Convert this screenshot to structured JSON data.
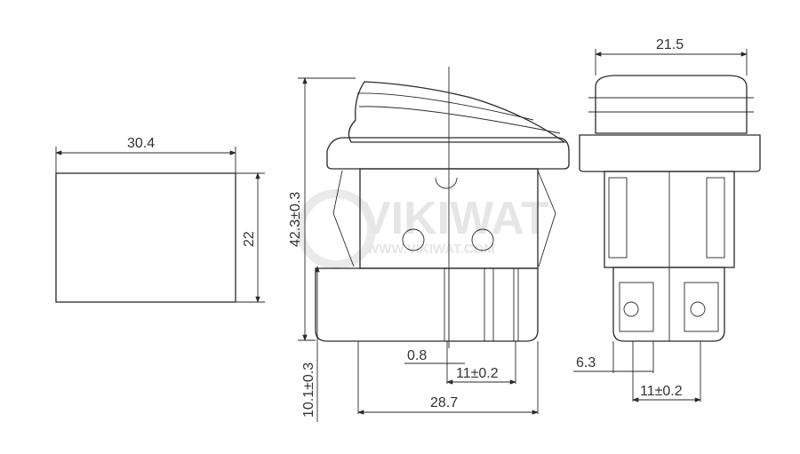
{
  "watermark": {
    "brand": "VIKIWAT",
    "url": "WWW.VIKIWAT.COM"
  },
  "front_view": {
    "width": "30.4",
    "height": "22"
  },
  "side_view": {
    "total_height": "42.3±0.3",
    "pin_length": "10.1±0.3",
    "pin_thickness": "0.8",
    "pin_pitch": "11±0.2",
    "width": "28.7"
  },
  "rear_view": {
    "width": "21.5",
    "terminal_width": "6.3",
    "terminal_pitch": "11±0.2"
  }
}
